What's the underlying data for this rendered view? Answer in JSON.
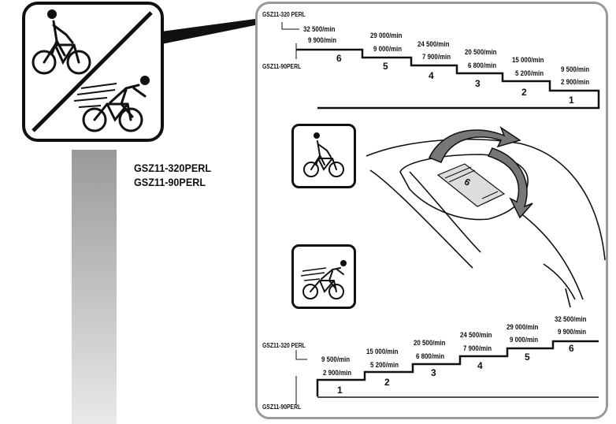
{
  "models": {
    "a": "GSZ11-320PERL",
    "b": "GSZ11-90PERL"
  },
  "chart_top": {
    "model_high": "GSZ11-320 PERL",
    "model_low": "GSZ11-90PERL",
    "steps": [
      {
        "num": "6",
        "high": "32 500/min",
        "low": "9 900/min"
      },
      {
        "num": "5",
        "high": "29 000/min",
        "low": "9 000/min"
      },
      {
        "num": "4",
        "high": "24 500/min",
        "low": "7 900/min"
      },
      {
        "num": "3",
        "high": "20 500/min",
        "low": "6 800/min"
      },
      {
        "num": "2",
        "high": "15 000/min",
        "low": "5 200/min"
      },
      {
        "num": "1",
        "high": "9 500/min",
        "low": "2 900/min"
      }
    ]
  },
  "chart_bottom": {
    "model_high": "GSZ11-320 PERL",
    "model_low": "GSZ11-90PERL",
    "steps": [
      {
        "num": "1",
        "high": "9 500/min",
        "low": "2 900/min"
      },
      {
        "num": "2",
        "high": "15 000/min",
        "low": "5 200/min"
      },
      {
        "num": "3",
        "high": "20 500/min",
        "low": "6 800/min"
      },
      {
        "num": "4",
        "high": "24 500/min",
        "low": "7 900/min"
      },
      {
        "num": "5",
        "high": "29 000/min",
        "low": "9 000/min"
      },
      {
        "num": "6",
        "high": "32 500/min",
        "low": "9 900/min"
      }
    ]
  },
  "dial_digit": "6",
  "icons": {
    "slow_fast": "bicycle-slow-fast-icon",
    "slow": "bicycle-slow-icon",
    "fast": "bicycle-fast-icon"
  }
}
